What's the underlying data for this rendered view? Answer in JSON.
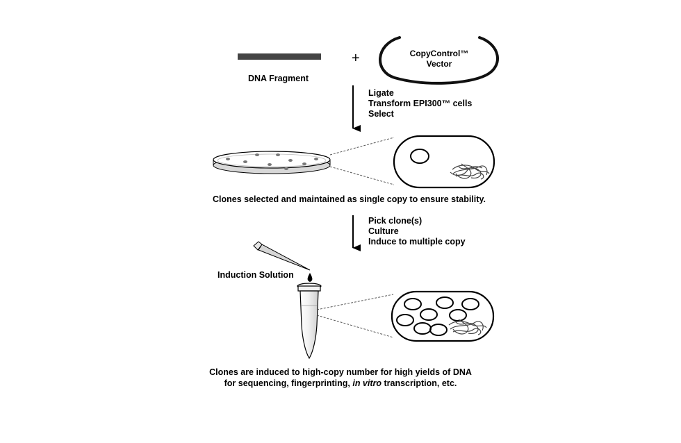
{
  "inputs": {
    "fragment_label": "DNA Fragment",
    "plus": "+",
    "vector_line1": "CopyControl™",
    "vector_line2": "Vector"
  },
  "step1": {
    "line1": "Ligate",
    "line2": "Transform EPI300™ cells",
    "line3": "Select"
  },
  "single_copy_caption": "Clones selected and maintained as single copy to ensure stability.",
  "step2": {
    "line1": "Pick clone(s)",
    "line2": "Culture",
    "line3": "Induce to multiple copy"
  },
  "induction_label": "Induction Solution",
  "final_caption": {
    "line1": "Clones are induced to high-copy number for high yields of DNA",
    "line2_before": "for sequencing, fingerprinting, ",
    "line2_italic": "in vitro",
    "line2_after": " transcription, etc."
  }
}
